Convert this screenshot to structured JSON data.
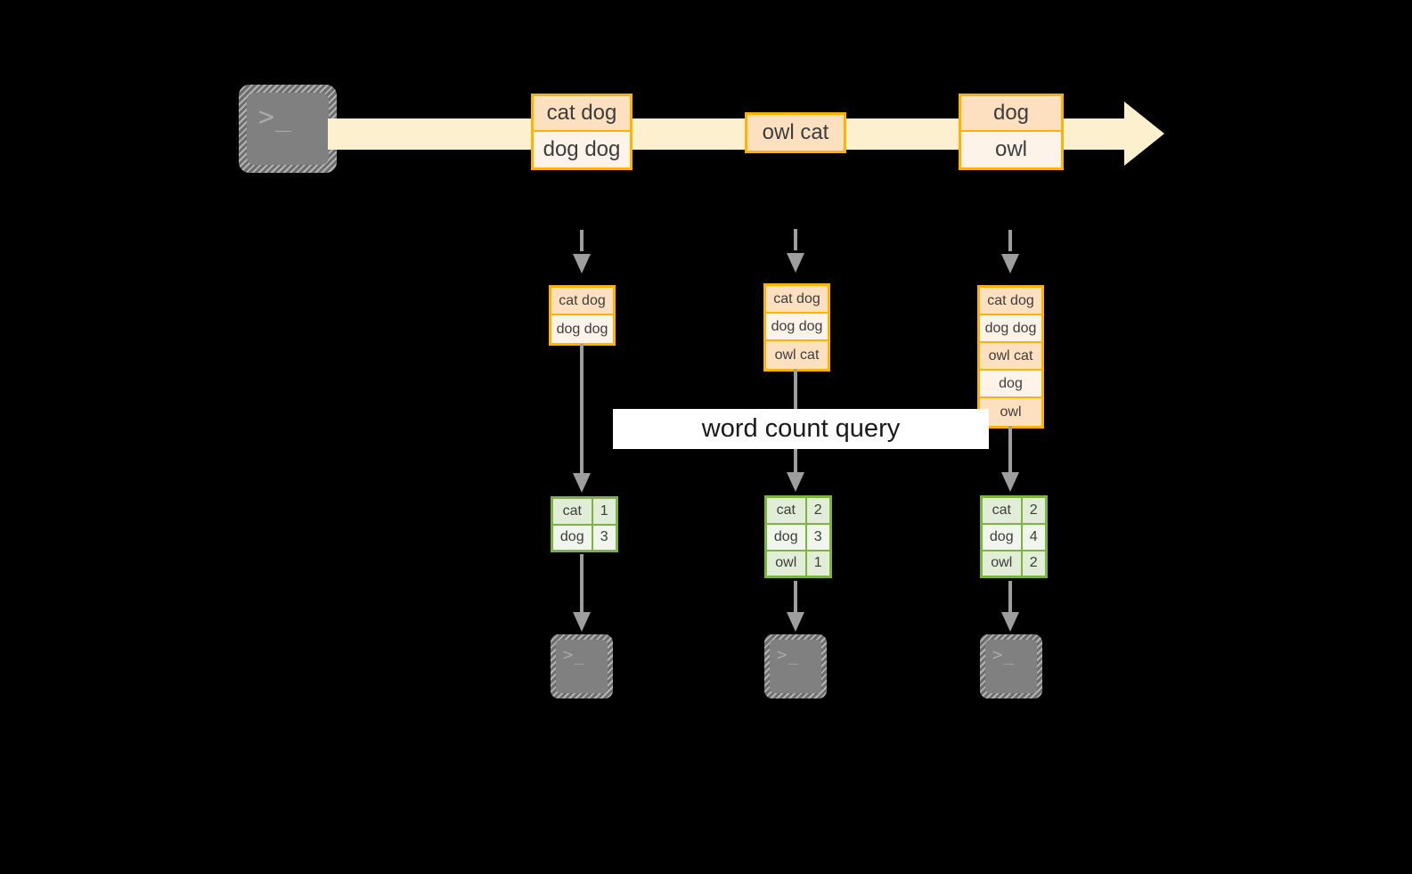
{
  "diagram": {
    "background_color": "#000000",
    "accent_orange": "#ffb300",
    "accent_green": "#7cb342",
    "stream_color": "#fdf0cf",
    "gray": "#9e9e9e",
    "source_terminal": {
      "icon": "terminal-icon",
      "glyphs": ">_"
    },
    "stream": {
      "name": "event-stream-arrow",
      "events": [
        {
          "rows": [
            {
              "text": "cat dog",
              "shade": "dark"
            },
            {
              "text": "dog dog",
              "shade": "light"
            }
          ]
        },
        {
          "rows": [
            {
              "text": "owl cat",
              "shade": "dark"
            }
          ]
        },
        {
          "rows": [
            {
              "text": "dog",
              "shade": "dark"
            },
            {
              "text": "owl",
              "shade": "light"
            }
          ]
        }
      ]
    },
    "query_label": "word count query",
    "snapshots": [
      {
        "id": "snapshot-1",
        "input_rows": [
          {
            "text": "cat dog",
            "shade": "dark"
          },
          {
            "text": "dog dog",
            "shade": "light"
          }
        ],
        "result_rows": [
          {
            "word": "cat",
            "count": "1",
            "shade": "dark"
          },
          {
            "word": "dog",
            "count": "3",
            "shade": "light"
          }
        ],
        "sink_terminal": {
          "icon": "terminal-icon",
          "glyphs": ">_"
        }
      },
      {
        "id": "snapshot-2",
        "input_rows": [
          {
            "text": "cat dog",
            "shade": "dark"
          },
          {
            "text": "dog dog",
            "shade": "light"
          },
          {
            "text": "owl cat",
            "shade": "dark"
          }
        ],
        "result_rows": [
          {
            "word": "cat",
            "count": "2",
            "shade": "dark"
          },
          {
            "word": "dog",
            "count": "3",
            "shade": "light"
          },
          {
            "word": "owl",
            "count": "1",
            "shade": "dark"
          }
        ],
        "sink_terminal": {
          "icon": "terminal-icon",
          "glyphs": ">_"
        }
      },
      {
        "id": "snapshot-3",
        "input_rows": [
          {
            "text": "cat dog",
            "shade": "dark"
          },
          {
            "text": "dog dog",
            "shade": "light"
          },
          {
            "text": "owl cat",
            "shade": "dark"
          },
          {
            "text": "dog",
            "shade": "light"
          },
          {
            "text": "owl",
            "shade": "dark"
          }
        ],
        "result_rows": [
          {
            "word": "cat",
            "count": "2",
            "shade": "dark"
          },
          {
            "word": "dog",
            "count": "4",
            "shade": "light"
          },
          {
            "word": "owl",
            "count": "2",
            "shade": "dark"
          }
        ],
        "sink_terminal": {
          "icon": "terminal-icon",
          "glyphs": ">_"
        }
      }
    ]
  }
}
